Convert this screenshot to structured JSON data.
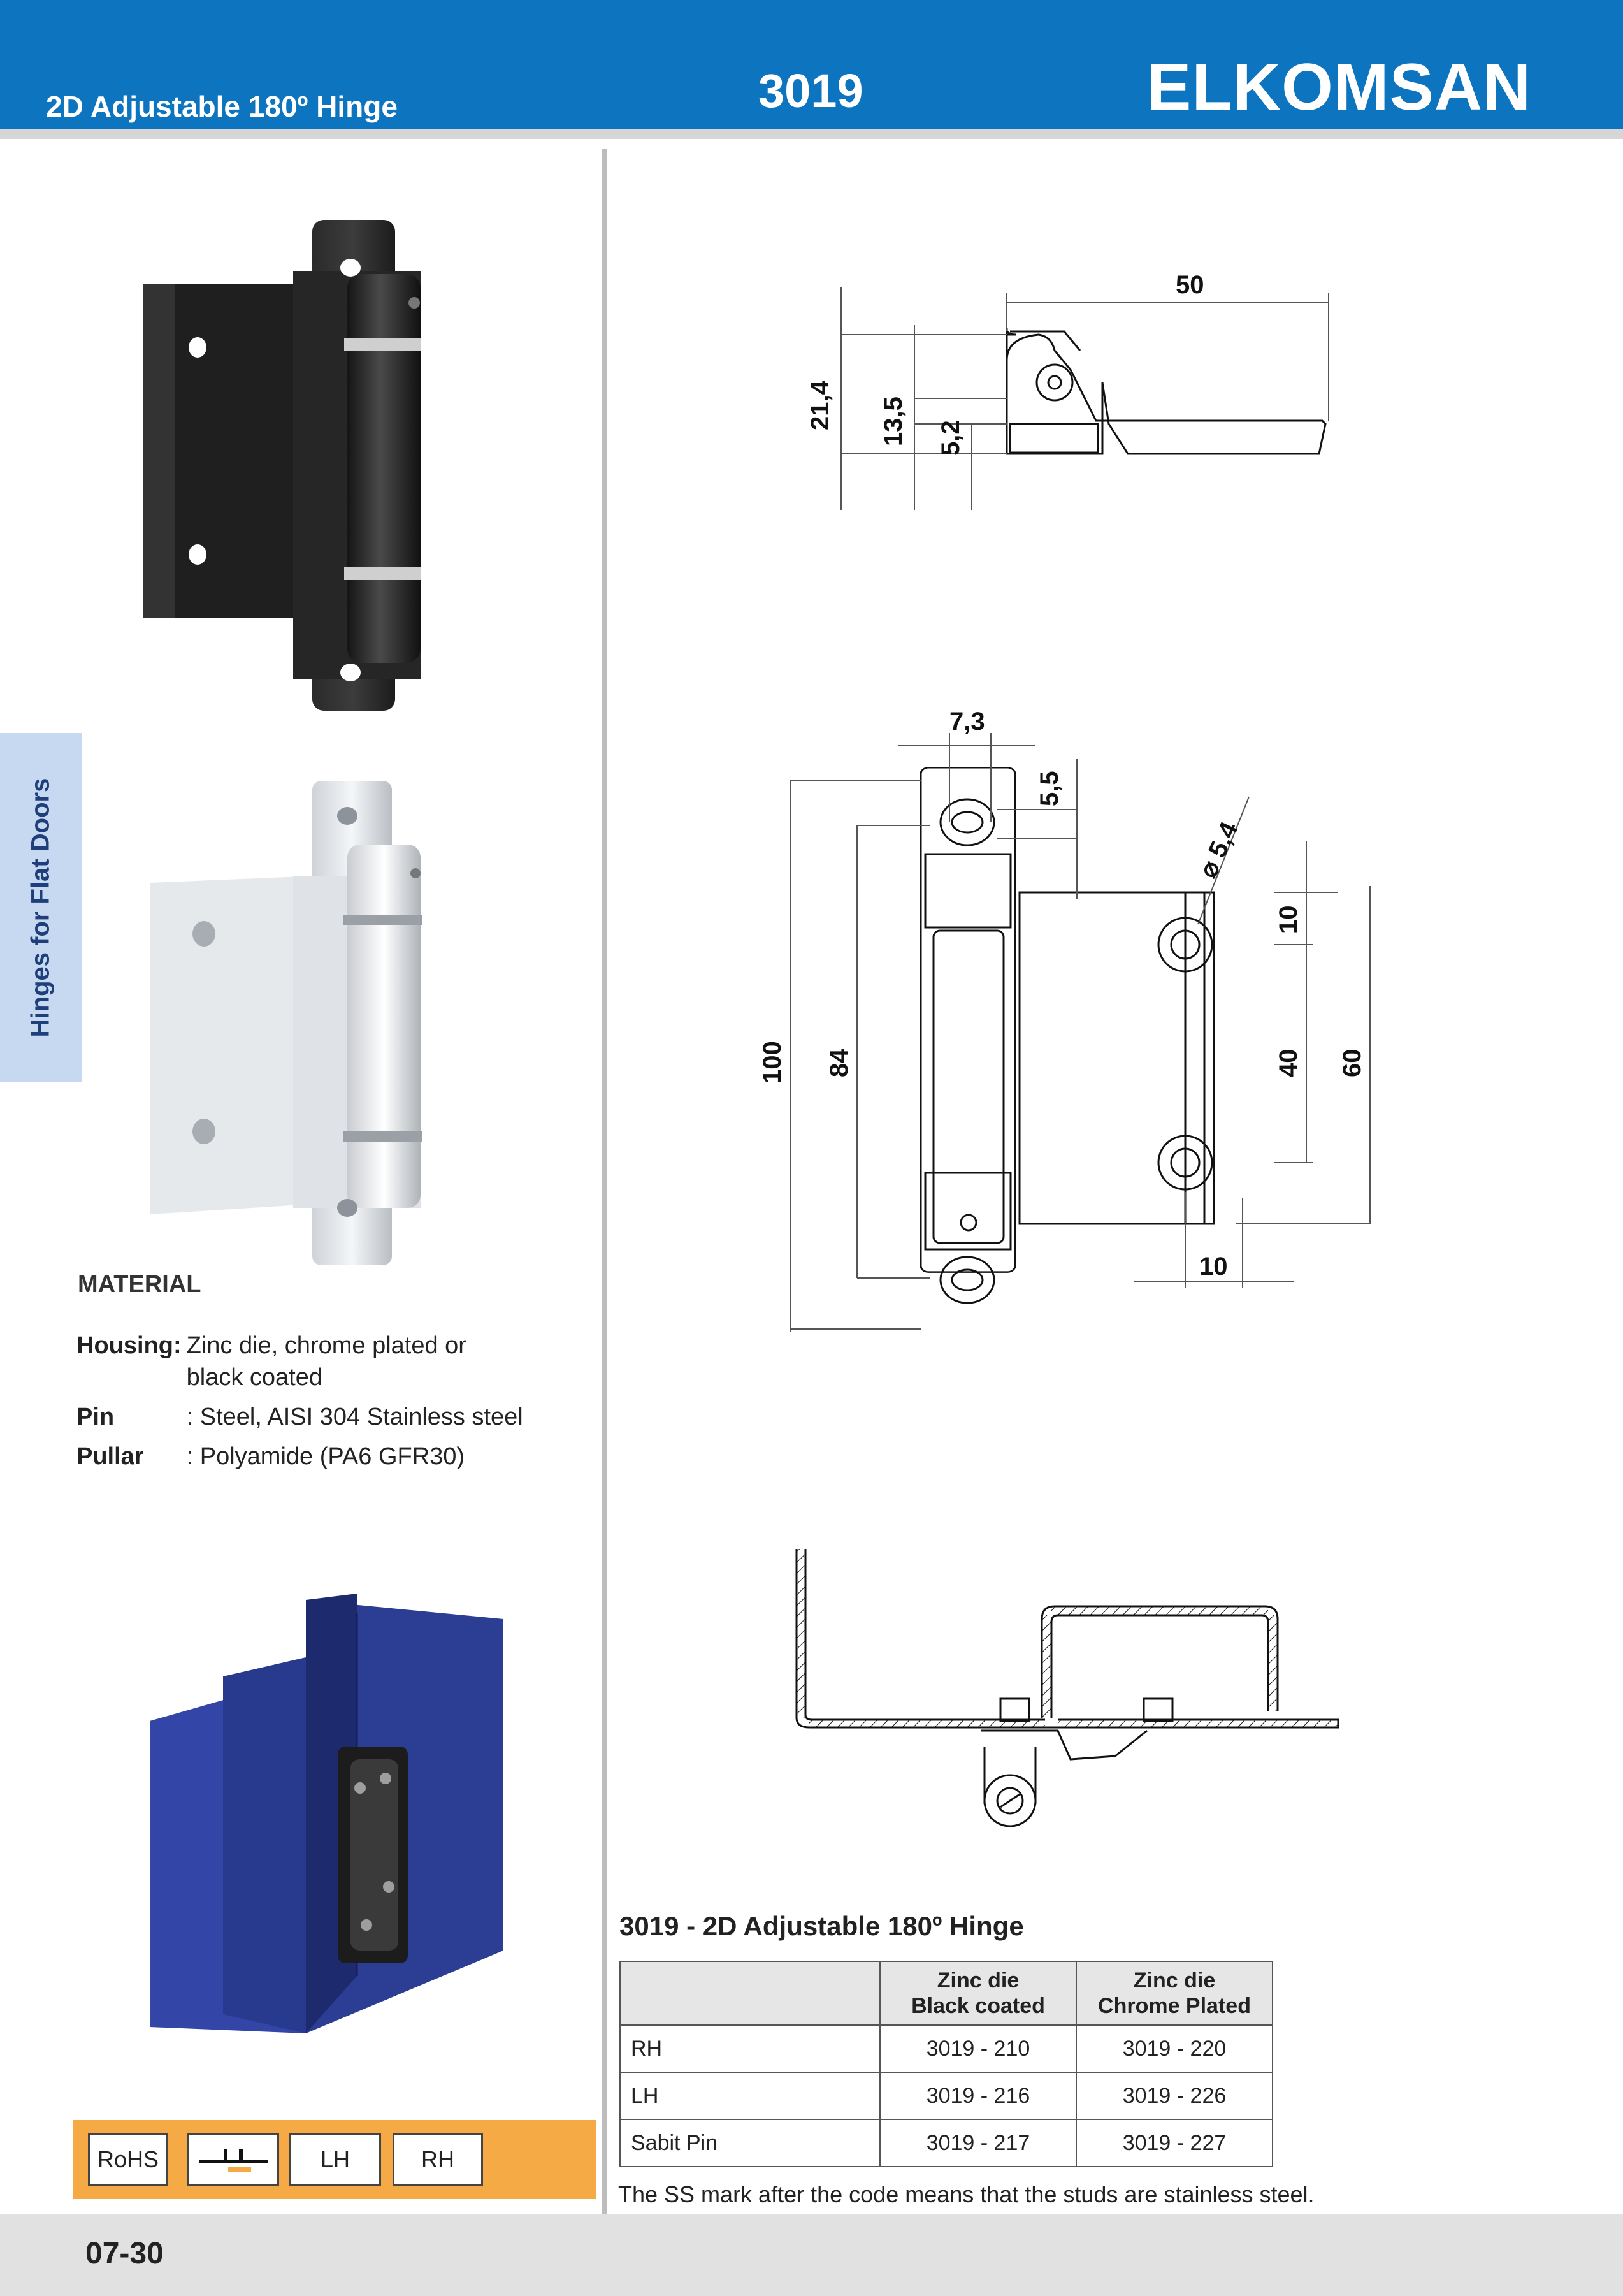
{
  "header": {
    "product_name": "2D Adjustable 180º Hinge",
    "code": "3019",
    "brand": "ELKOMSAN"
  },
  "side_tab": "Hinges for Flat Doors",
  "material": {
    "title": "MATERIAL",
    "rows": [
      {
        "key": "Housing:",
        "value": "Zinc die, chrome plated or",
        "value2": "black coated"
      },
      {
        "key": "Pin",
        "value": ": Steel, AISI 304 Stainless steel"
      },
      {
        "key": "Pullar",
        "value": ": Polyamide (PA6 GFR30)"
      }
    ]
  },
  "badges": {
    "rohs": "RoHS",
    "lh": "LH",
    "rh": "RH"
  },
  "dimensions": {
    "side": {
      "width": "50",
      "h1": "21,4",
      "h2": "13,5",
      "h3": "5,2"
    },
    "front": {
      "pin_gap": "7,3",
      "slot": "5,5",
      "hole": "⌀ 5,4",
      "total": "100",
      "holes_span": "84",
      "top_offset": "10",
      "hole_pitch": "40",
      "leaf_height": "60",
      "edge": "10"
    }
  },
  "table": {
    "title": "3019 - 2D Adjustable 180º Hinge",
    "headers": [
      "",
      "Zinc die\nBlack coated",
      "Zinc die\nChrome Plated"
    ],
    "rows": [
      {
        "label": "RH",
        "black": "3019 - 210",
        "chrome": "3019 - 220"
      },
      {
        "label": "LH",
        "black": "3019 - 216",
        "chrome": "3019 - 226"
      },
      {
        "label": "Sabit Pin",
        "black": "3019 - 217",
        "chrome": "3019 - 227"
      }
    ],
    "note": "The SS mark after the code means that the studs are stainless steel."
  },
  "footer": {
    "page": "07-30"
  },
  "colors": {
    "header_blue": "#0d74bf",
    "tab_blue": "#c7d8f1",
    "badge_orange": "#f5aa45",
    "door_blue": "#2a3a8c"
  }
}
